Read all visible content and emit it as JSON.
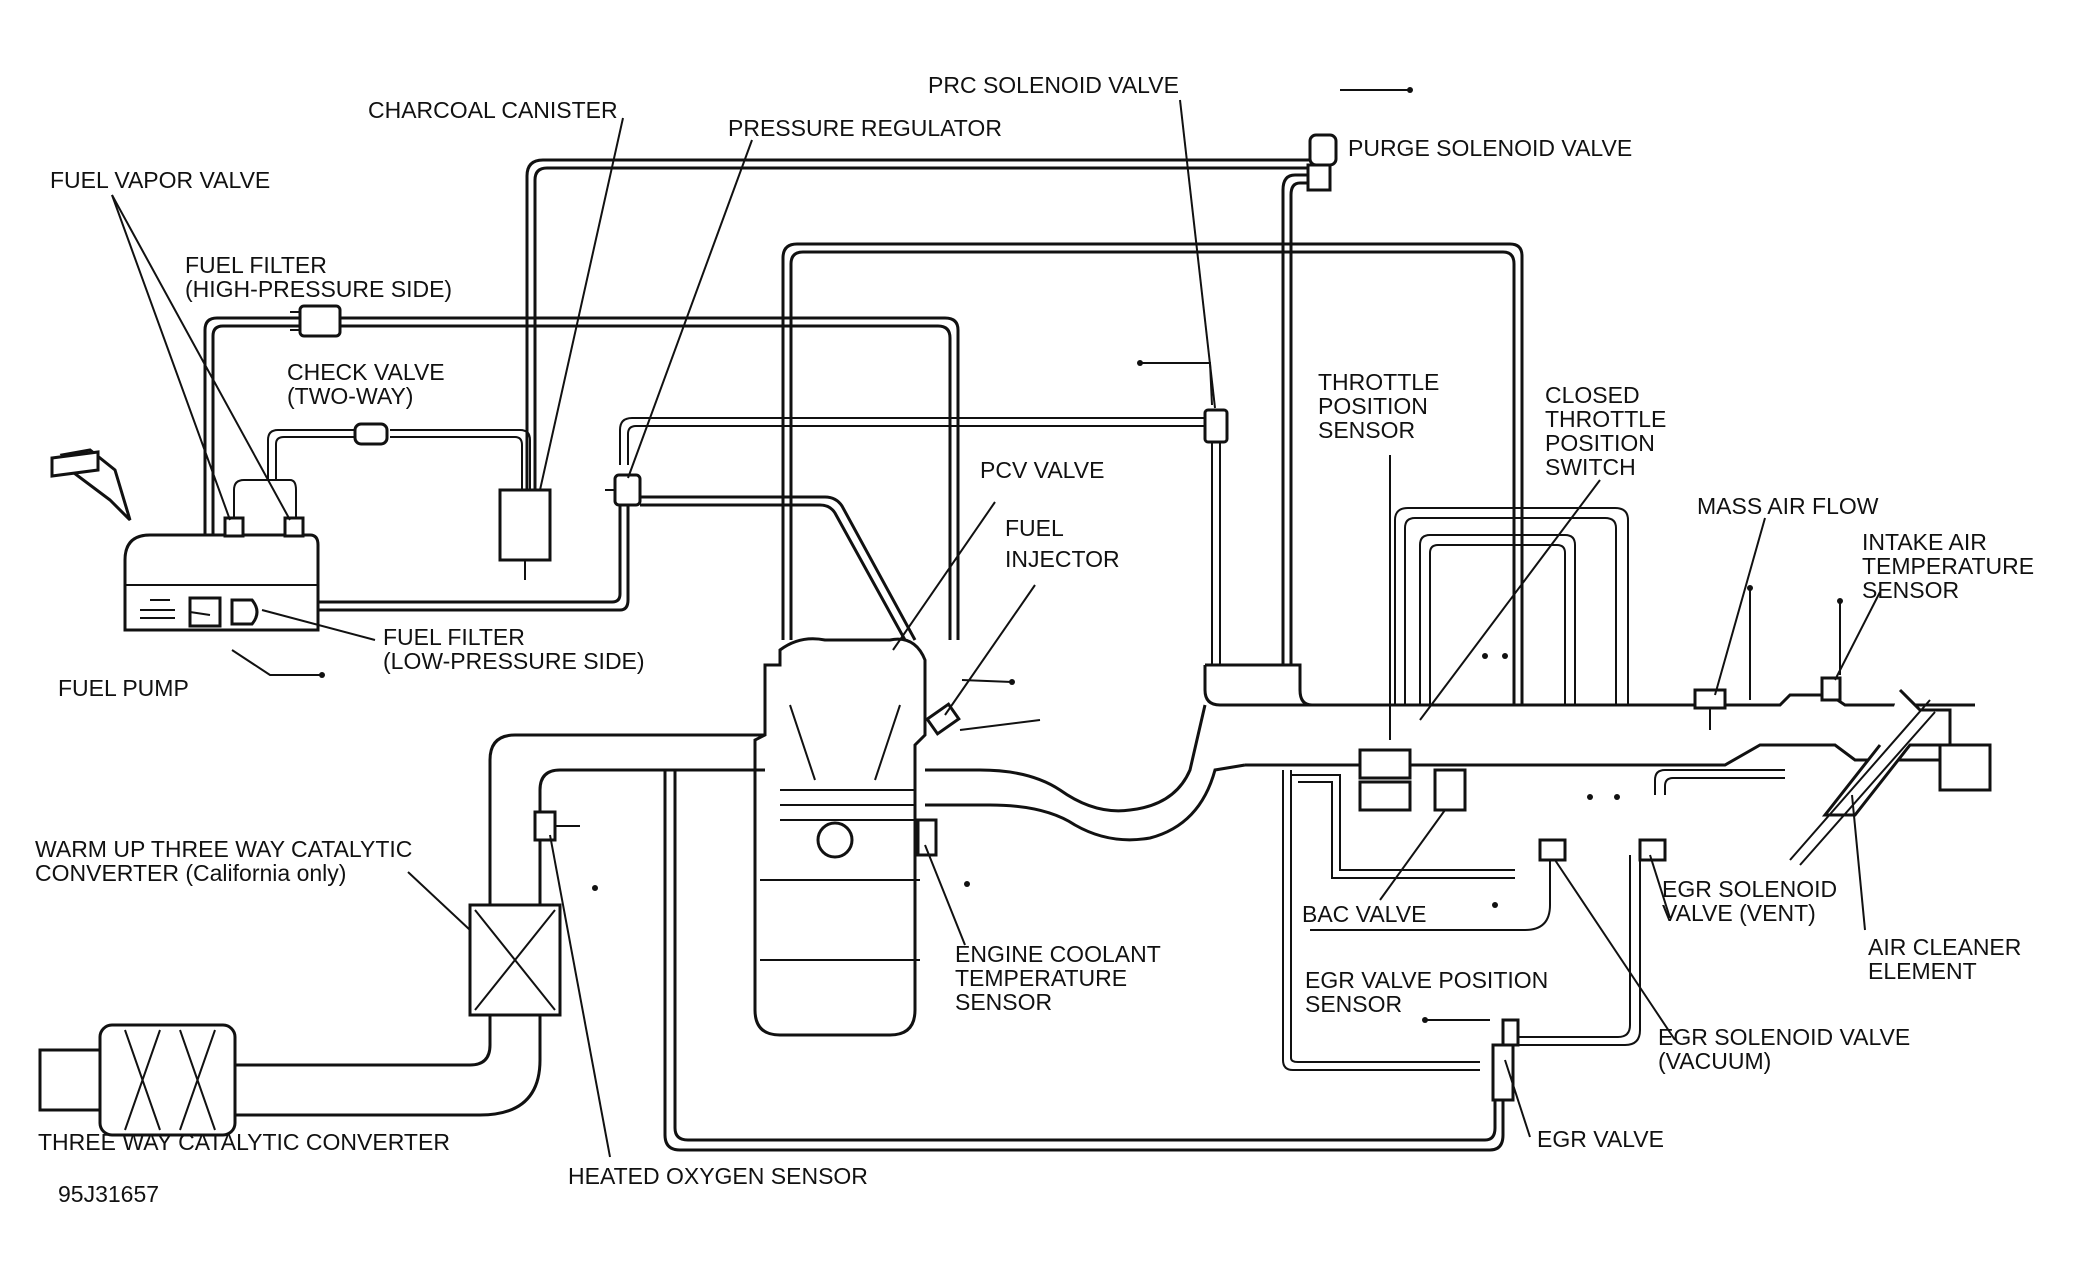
{
  "figure_id": "95J31657",
  "labels": {
    "charcoal_canister": "CHARCOAL CANISTER",
    "pressure_regulator": "PRESSURE REGULATOR",
    "prc_solenoid_valve": "PRC SOLENOID VALVE",
    "purge_solenoid_valve": "PURGE SOLENOID VALVE",
    "fuel_vapor_valve": "FUEL VAPOR VALVE",
    "fuel_filter_high": [
      "FUEL FILTER",
      "(HIGH-PRESSURE SIDE)"
    ],
    "check_valve": [
      "CHECK VALVE",
      "(TWO-WAY)"
    ],
    "fuel_filter_low": [
      "FUEL FILTER",
      "(LOW-PRESSURE SIDE)"
    ],
    "fuel_pump": "FUEL PUMP",
    "pcv_valve": "PCV VALVE",
    "fuel_injector": [
      "FUEL",
      "INJECTOR"
    ],
    "throttle_position_sensor": [
      "THROTTLE",
      "POSITION",
      "SENSOR"
    ],
    "closed_throttle_position_switch": [
      "CLOSED",
      "THROTTLE",
      "POSITION",
      "SWITCH"
    ],
    "mass_air_flow": "MASS AIR FLOW",
    "intake_air_temperature_sensor": [
      "INTAKE AIR",
      "TEMPERATURE",
      "SENSOR"
    ],
    "warm_up_converter": [
      "WARM UP THREE WAY CATALYTIC",
      "CONVERTER (California only)"
    ],
    "engine_coolant_temperature_sensor": [
      "ENGINE COOLANT",
      "TEMPERATURE",
      "SENSOR"
    ],
    "bac_valve": "BAC VALVE",
    "egr_solenoid_valve_vent": [
      "EGR SOLENOID",
      "VALVE (VENT)"
    ],
    "air_cleaner_element": [
      "AIR CLEANER",
      "ELEMENT"
    ],
    "egr_valve_position_sensor": [
      "EGR VALVE POSITION",
      "SENSOR"
    ],
    "egr_solenoid_valve_vacuum": [
      "EGR SOLENOID  VALVE",
      "(VACUUM)"
    ],
    "three_way_catalytic_converter": "THREE WAY CATALYTIC CONVERTER",
    "heated_oxygen_sensor": "HEATED OXYGEN SENSOR",
    "egr_valve": "EGR VALVE"
  }
}
